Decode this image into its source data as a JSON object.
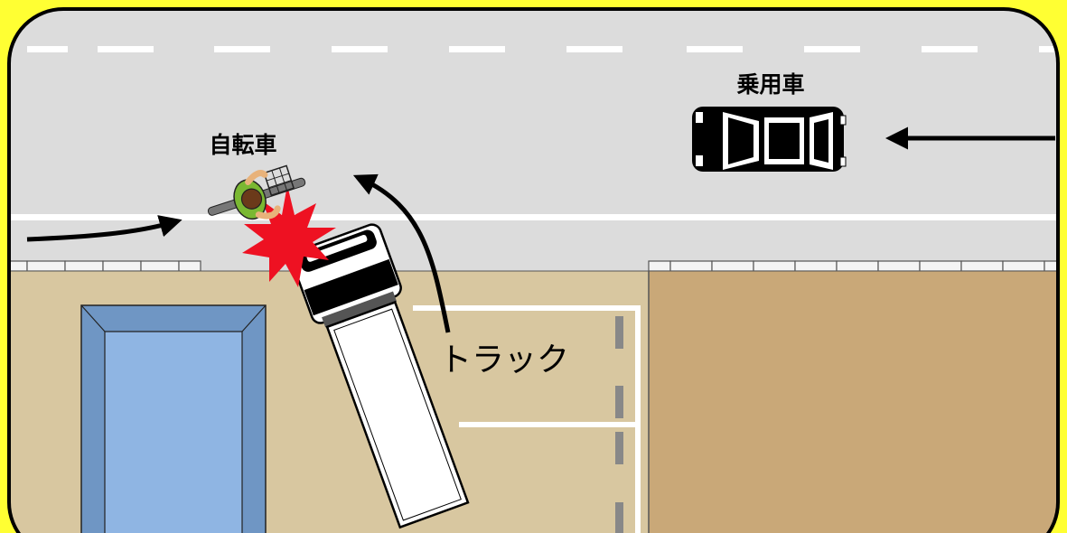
{
  "labels": {
    "car": "乗用車",
    "bicycle": "自転車",
    "truck": "トラック"
  },
  "colors": {
    "frame_background": "#ffff33",
    "road": "#dcdcdc",
    "left_lot": "#d8c7a0",
    "right_lot": "#c9a878",
    "building": "#8fb5e3",
    "building_border": "#6f96c4",
    "collision": "#ee1122"
  },
  "icons": {
    "car": "car-top-view-icon",
    "bicycle": "bicycle-rider-top-view-icon",
    "truck": "truck-top-view-icon",
    "collision": "collision-burst-icon"
  }
}
